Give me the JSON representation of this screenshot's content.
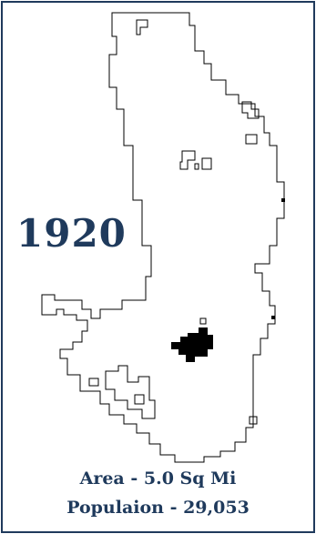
{
  "map": {
    "year": "1920",
    "area_label": "Area - 5.0 Sq Mi",
    "population_label": "Populaion - 29,053",
    "colors": {
      "frame": "#1f3a5c",
      "text": "#1f3a5c",
      "boundary": "#000000",
      "historic_extent": "#000000",
      "background": "#ffffff"
    }
  }
}
